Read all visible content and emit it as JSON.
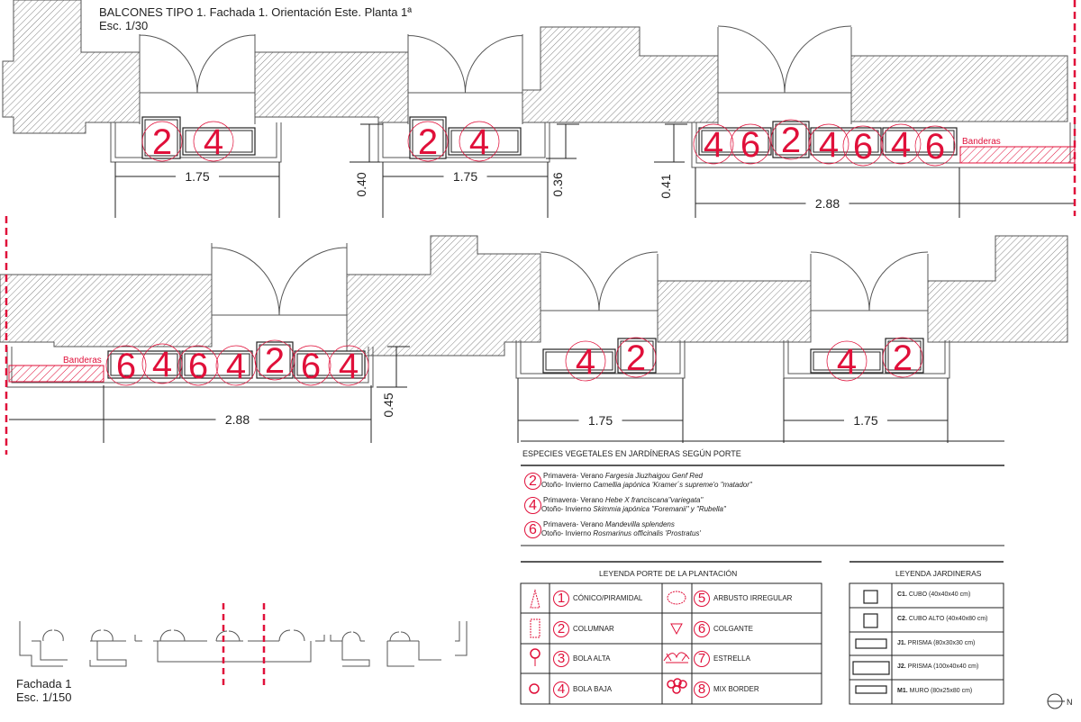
{
  "title": "BALCONES TIPO 1. Fachada 1. Orientación Este. Planta 1ª",
  "scale": "Esc. 1/30",
  "banderas_label": "Banderas",
  "row1": {
    "balconies": [
      {
        "plants": [
          "2",
          "4"
        ],
        "width": "1.75"
      },
      {
        "plants": [
          "2",
          "4"
        ],
        "width": "1.75"
      },
      {
        "plants": [
          "4",
          "6",
          "2",
          "4",
          "6",
          "4",
          "6"
        ],
        "width": "2.88"
      }
    ],
    "depths": [
      "0.40",
      "0.36",
      "0.41"
    ]
  },
  "row2": {
    "balconies": [
      {
        "plants": [
          "6",
          "4",
          "6",
          "4",
          "2",
          "6",
          "4"
        ],
        "width": "2.88"
      },
      {
        "plants": [
          "4",
          "2"
        ],
        "width": "1.75"
      },
      {
        "plants": [
          "4",
          "2"
        ],
        "width": "1.75"
      }
    ],
    "depths": [
      "0.45"
    ]
  },
  "species": {
    "title": "ESPECIES VEGETALES EN JARDÍNERAS SEGÚN PORTE",
    "items": [
      {
        "num": "2",
        "spring_label": "Primavera- Verano",
        "spring": "Fargesia Jiuzhaigou Genf Red",
        "autumn_label": "Otoño- Invierno",
        "autumn": "Camellia japónica 'Kramer´s supreme'o \"matador\""
      },
      {
        "num": "4",
        "spring_label": "Primavera- Verano",
        "spring": "Hebe X franciscana\"variegata\"",
        "autumn_label": "Otoño- Invierno",
        "autumn": "Skimmia japónica \"Foremanii\" y \"Rubella\""
      },
      {
        "num": "6",
        "spring_label": "Primavera- Verano",
        "spring": "Mandevilla splendens",
        "autumn_label": "Otoño- Invierno",
        "autumn": "Rosmarinus officinalis 'Prostratus'"
      }
    ]
  },
  "porte_legend": {
    "title": "LEYENDA PORTE DE LA PLANTACIÓN",
    "items": [
      {
        "num": "1",
        "label": "CÓNICO/PIRAMIDAL",
        "icon": "cone-icon"
      },
      {
        "num": "2",
        "label": "COLUMNAR",
        "icon": "column-icon"
      },
      {
        "num": "3",
        "label": "BOLA ALTA",
        "icon": "high-ball-icon"
      },
      {
        "num": "4",
        "label": "BOLA BAJA",
        "icon": "low-ball-icon"
      },
      {
        "num": "5",
        "label": "ARBUSTO IRREGULAR",
        "icon": "irregular-shrub-icon"
      },
      {
        "num": "6",
        "label": "COLGANTE",
        "icon": "hanging-icon"
      },
      {
        "num": "7",
        "label": "ESTRELLA",
        "icon": "star-plant-icon"
      },
      {
        "num": "8",
        "label": "MIX BORDER",
        "icon": "mix-border-icon"
      }
    ]
  },
  "planter_legend": {
    "title": "LEYENDA JARDINERAS",
    "items": [
      {
        "code": "C1.",
        "label": "CUBO (40x40x40 cm)"
      },
      {
        "code": "C2.",
        "label": "CUBO ALTO (40x40x80 cm)"
      },
      {
        "code": "J1.",
        "label": "PRISMA (80x30x30 cm)"
      },
      {
        "code": "J2.",
        "label": "PRISMA (100x40x40 cm)"
      },
      {
        "code": "M1.",
        "label": "MURO (80x25x80 cm)"
      }
    ]
  },
  "facade": {
    "name": "Fachada 1",
    "scale": "Esc. 1/150"
  },
  "north_label": "N",
  "colors": {
    "accent": "#e0103a",
    "line": "#222222"
  }
}
